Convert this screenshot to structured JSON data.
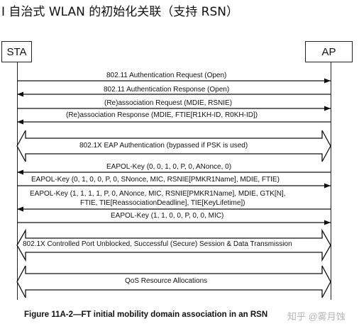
{
  "heading": "I 自治式 WLAN 的初始化关联（支持 RSN）",
  "participants": {
    "sta": "STA",
    "ap": "AP"
  },
  "messages": [
    {
      "id": "auth-request",
      "label": "802.11 Authentication Request (Open)",
      "direction": "sta-to-ap"
    },
    {
      "id": "auth-response",
      "label": "802.11 Authentication Response (Open)",
      "direction": "ap-to-sta"
    },
    {
      "id": "reassoc-request",
      "label": "(Re)association Request (MDIE, RSNIE)",
      "direction": "sta-to-ap"
    },
    {
      "id": "reassoc-response",
      "label": "(Re)association Response (MDIE, FTIE[R1KH-ID, R0KH-ID])",
      "direction": "ap-to-sta"
    },
    {
      "id": "eap-auth",
      "label": "802.1X EAP Authentication (bypassed if PSK is used)",
      "direction": "both"
    },
    {
      "id": "eapol-1",
      "label": "EAPOL-Key (0, 0, 1, 0, P, 0, ANonce, 0)",
      "direction": "ap-to-sta"
    },
    {
      "id": "eapol-2",
      "label": "EAPOL-Key (0, 1, 0, 0, P, 0, SNonce, MIC, RSNIE[PMKR1Name], MDIE, FTIE)",
      "direction": "sta-to-ap"
    },
    {
      "id": "eapol-3",
      "label_lines": [
        "EAPOL-Key (1, 1, 1, 1, P, 0, ANonce, MIC, RSNIE[PMKR1Name], MDIE, GTK[N],",
        "FTIE, TIE[ReassociationDeadline], TIE[KeyLifetime])"
      ],
      "direction": "ap-to-sta"
    },
    {
      "id": "eapol-4",
      "label": "EAPOL-Key (1, 1, 0, 0, P, 0, 0, MIC)",
      "direction": "sta-to-ap"
    },
    {
      "id": "port-unblocked",
      "label": "802.1X Controlled Port Unblocked, Successful (Secure) Session & Data Transmission",
      "direction": "both"
    },
    {
      "id": "qos",
      "label": "QoS Resource Allocations",
      "direction": "both"
    }
  ],
  "caption": "Figure 11A-2—FT initial mobility domain association in an RSN",
  "watermark": "知乎 @雾月蚀"
}
